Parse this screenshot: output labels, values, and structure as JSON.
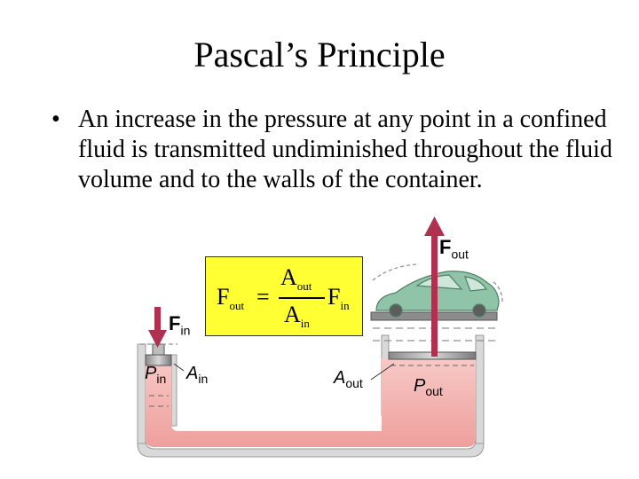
{
  "slide": {
    "title": "Pascal’s Principle",
    "bullet_mark": "•",
    "bullet_text": "An increase in the pressure at any point in a confined fluid is transmitted undiminished throughout the fluid volume and to the walls of the container."
  },
  "formula": {
    "lhs": "F",
    "lhs_sub": "out",
    "equals": "=",
    "num": "A",
    "num_sub": "out",
    "den": "A",
    "den_sub": "in",
    "rhs": "F",
    "rhs_sub": "in"
  },
  "diagram": {
    "f_in": "F",
    "f_in_sub": "in",
    "f_out": "F",
    "f_out_sub": "out",
    "p_in": "P",
    "p_in_sub": "in",
    "a_in": "A",
    "a_in_sub": "in",
    "a_out": "A",
    "a_out_sub": "out",
    "p_out": "P",
    "p_out_sub": "out",
    "colors": {
      "fluid": "#f4b6b4",
      "force_arrow": "#b03050",
      "car": "#8fc4a8",
      "formula_box": "#ffff33"
    }
  }
}
